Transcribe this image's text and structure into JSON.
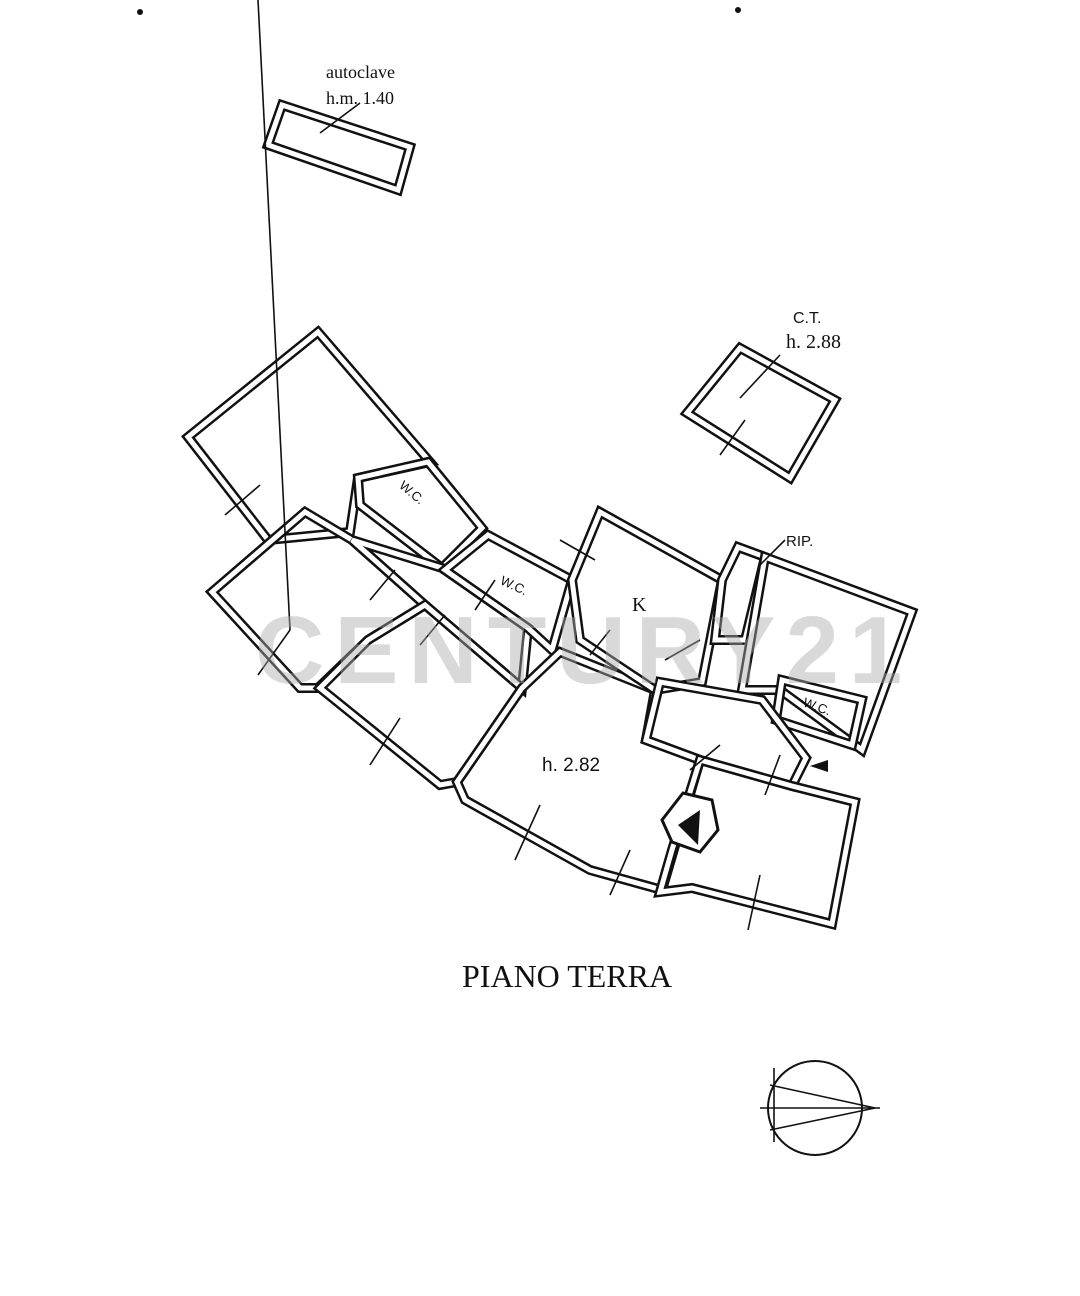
{
  "plan": {
    "title": "PIANO TERRA",
    "watermark": "CENTURY21",
    "labels": {
      "autoclave_name": "autoclave",
      "autoclave_height": "h.m. 1.40",
      "ct_name": "C.T.",
      "ct_height": "h. 2.88",
      "rip": "RIP.",
      "wc1": "W.C.",
      "wc2": "W.C.",
      "wc3": "W.C.",
      "kitchen": "K",
      "main_height": "h. 2.82"
    }
  }
}
